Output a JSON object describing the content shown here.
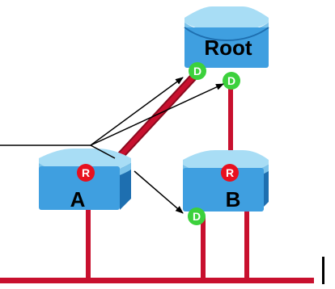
{
  "switches": {
    "root": {
      "label": "Root"
    },
    "a": {
      "label": "A"
    },
    "b": {
      "label": "B"
    }
  },
  "ports": {
    "root_port_letter": "R",
    "designated_port_letter": "D"
  },
  "colors": {
    "switch_face": "#3f9fe0",
    "switch_top": "#a8ddf5",
    "switch_side": "#1e6fb0",
    "link": "#c8102e",
    "root_port": "#e8101e",
    "designated_port": "#3cd13c",
    "arrow": "#000000"
  }
}
